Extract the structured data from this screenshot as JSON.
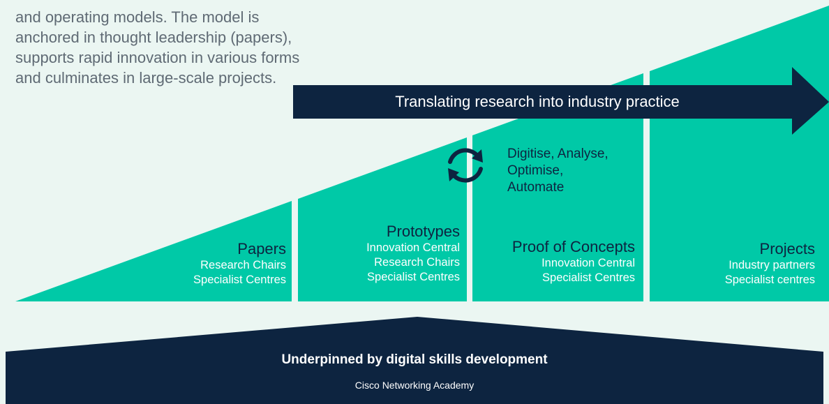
{
  "intro": {
    "lines": [
      "and operating models. The model is",
      "anchored in thought leadership (papers),",
      "supports rapid innovation in various forms",
      "and culminates in large-scale projects."
    ]
  },
  "arrow": {
    "label": "Translating research into industry practice"
  },
  "cycle": {
    "icon": "refresh-cycle-icon",
    "lines": [
      "Digitise, Analyse,",
      "Optimise,",
      "Automate"
    ]
  },
  "stages": [
    {
      "title": "Papers",
      "subtitles": [
        "Research Chairs",
        "Specialist Centres"
      ]
    },
    {
      "title": "Prototypes",
      "subtitles": [
        "Innovation Central",
        "Research Chairs",
        "Specialist Centres"
      ]
    },
    {
      "title": "Proof of Concepts",
      "subtitles": [
        "Innovation Central",
        "Specialist Centres"
      ]
    },
    {
      "title": "Projects",
      "subtitles": [
        "Industry partners",
        "Specialist centres"
      ]
    }
  ],
  "foundation": {
    "title": "Underpinned by digital skills development",
    "subtitle": "Cisco Networking Academy"
  },
  "colors": {
    "background": "#ebf6f2",
    "teal": "#00c9a7",
    "navy": "#0d2440",
    "body_text": "#5f6a74"
  }
}
